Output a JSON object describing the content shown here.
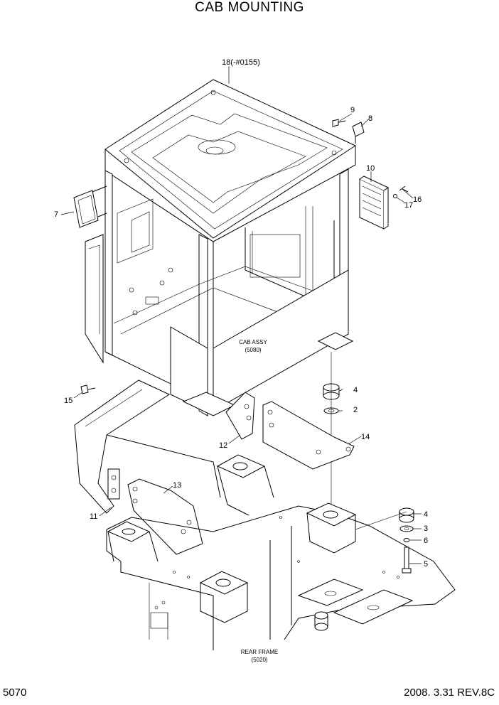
{
  "page": {
    "title": "CAB MOUNTING",
    "page_number": "5070",
    "date_revision": "2008. 3.31  REV.8C"
  },
  "callouts": {
    "c18": "18(-#0155)",
    "c9": "9",
    "c8": "8",
    "c10": "10",
    "c16": "16",
    "c17": "17",
    "c7": "7",
    "c4a": "4",
    "c2": "2",
    "c14": "14",
    "c15": "15",
    "c12": "12",
    "c13": "13",
    "c11": "11",
    "c4b": "4",
    "c3": "3",
    "c6": "6",
    "c5": "5"
  },
  "assemblies": {
    "cab_name": "CAB ASSY",
    "cab_ref": "(5080)",
    "frame_name": "REAR FRAME",
    "frame_ref": "(5020)"
  }
}
